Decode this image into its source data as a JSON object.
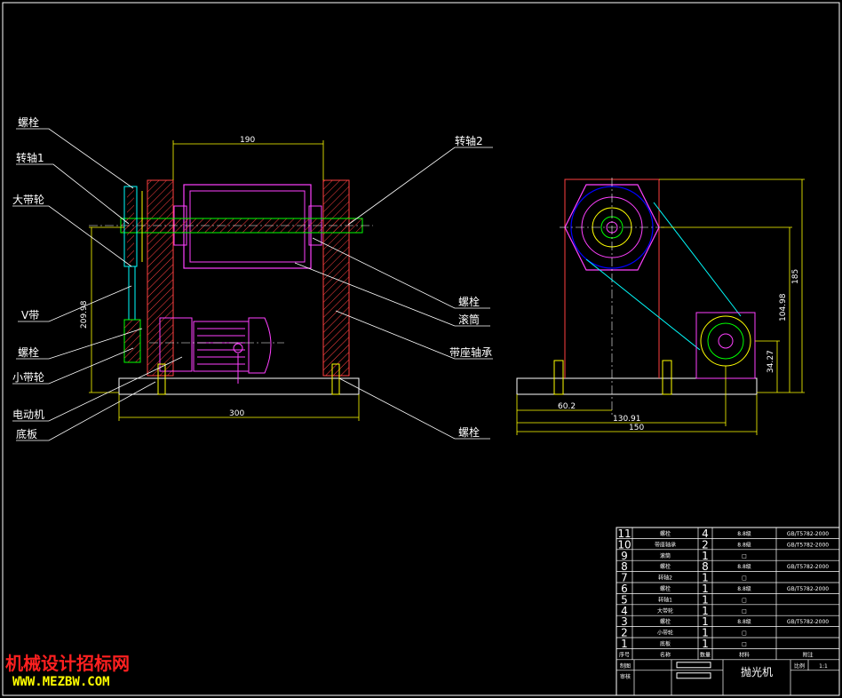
{
  "colors": {
    "background": "#000000",
    "frame": "#ffffff",
    "leader": "#ffffff",
    "dimension": "#ffff00",
    "section": "#ff40ff",
    "hatch": "#ff4040",
    "shaft": "#00ff00",
    "centerline": "#ffffff",
    "belt": "#00ffff",
    "bearing": "#0000ff",
    "watermark_red": "#ff2020",
    "watermark_yellow": "#ffff00"
  },
  "labels": {
    "bolt_top": "螺栓",
    "shaft1": "转轴1",
    "big_pulley": "大带轮",
    "v_belt": "V带",
    "bolt_mid": "螺栓",
    "small_pulley": "小带轮",
    "motor": "电动机",
    "base_plate": "底板",
    "shaft2": "转轴2",
    "bolt_right": "螺栓",
    "drum": "滚筒",
    "bearing_seat": "带座轴承",
    "bolt_bottom": "螺栓"
  },
  "dimensions": {
    "front_width_top": "190",
    "front_height": "209.98",
    "front_base_width": "300",
    "side_height_total": "185",
    "side_height_mid": "104.98",
    "side_motor_height": "34.27",
    "side_offset": "60.2",
    "side_center_dist": "130.91",
    "side_width": "150"
  },
  "bom": {
    "rows": [
      {
        "no": "11",
        "name": "螺栓",
        "qty": "4",
        "material": "8.8级",
        "note": "GB/T5782-2000"
      },
      {
        "no": "10",
        "name": "带座轴承",
        "qty": "2",
        "material": "8.8级",
        "note": "GB/T5782-2000"
      },
      {
        "no": "9",
        "name": "滚筒",
        "qty": "1",
        "material": "□",
        "note": ""
      },
      {
        "no": "8",
        "name": "螺栓",
        "qty": "8",
        "material": "8.8级",
        "note": "GB/T5782-2000"
      },
      {
        "no": "7",
        "name": "转轴2",
        "qty": "1",
        "material": "□",
        "note": ""
      },
      {
        "no": "6",
        "name": "螺栓",
        "qty": "1",
        "material": "8.8级",
        "note": "GB/T5782-2000"
      },
      {
        "no": "5",
        "name": "转轴1",
        "qty": "1",
        "material": "□",
        "note": ""
      },
      {
        "no": "4",
        "name": "大带轮",
        "qty": "1",
        "material": "□",
        "note": ""
      },
      {
        "no": "3",
        "name": "螺栓",
        "qty": "1",
        "material": "8.8级",
        "note": "GB/T5782-2000"
      },
      {
        "no": "2",
        "name": "小带轮",
        "qty": "1",
        "material": "□",
        "note": ""
      },
      {
        "no": "1",
        "name": "底板",
        "qty": "1",
        "material": "□",
        "note": ""
      }
    ],
    "header": {
      "no": "序号",
      "name": "名称",
      "qty": "数量",
      "material": "材料",
      "note": "附注"
    },
    "drawn_label": "制图",
    "checked_label": "审核",
    "title": "抛光机",
    "scale_label": "比例",
    "scale_value": "1:1"
  },
  "watermark": {
    "line1": "机械设计招标网",
    "line2": "WWW.MEZBW.COM"
  }
}
